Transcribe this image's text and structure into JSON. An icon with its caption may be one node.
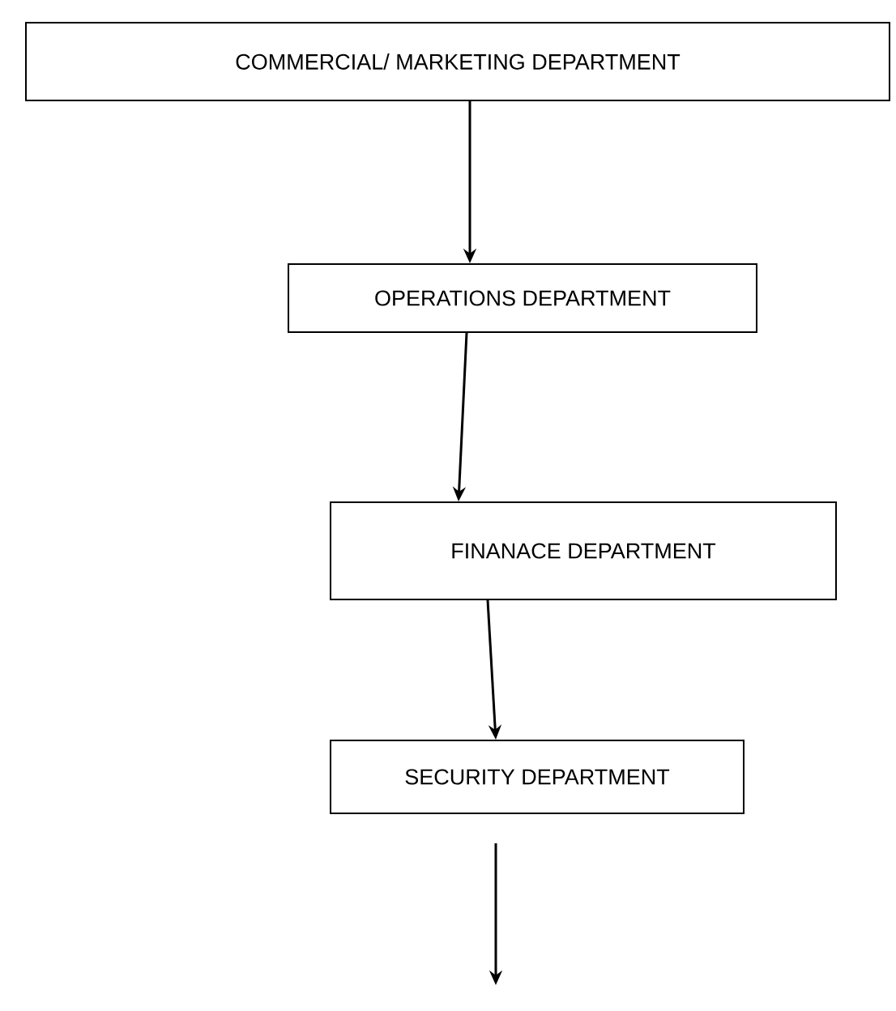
{
  "diagram": {
    "nodes": [
      {
        "text": [
          "COMMERCIAL/ MARKETING DEPARTMENT"
        ]
      },
      {
        "text": [
          "OPERATIONS DEPARTMENT"
        ]
      },
      {
        "text": [
          "FINANACE DEPARTMENT"
        ]
      },
      {
        "text": [
          "SECURITY DEPARTMENT"
        ]
      }
    ],
    "edges": [
      {
        "from": 0,
        "to": 1,
        "arrow": "to"
      },
      {
        "from": 1,
        "to": 2,
        "arrow": "to"
      },
      {
        "from": 2,
        "to": 3,
        "arrow": "to"
      },
      {
        "from": 3,
        "to": null,
        "arrow": "to"
      }
    ]
  }
}
